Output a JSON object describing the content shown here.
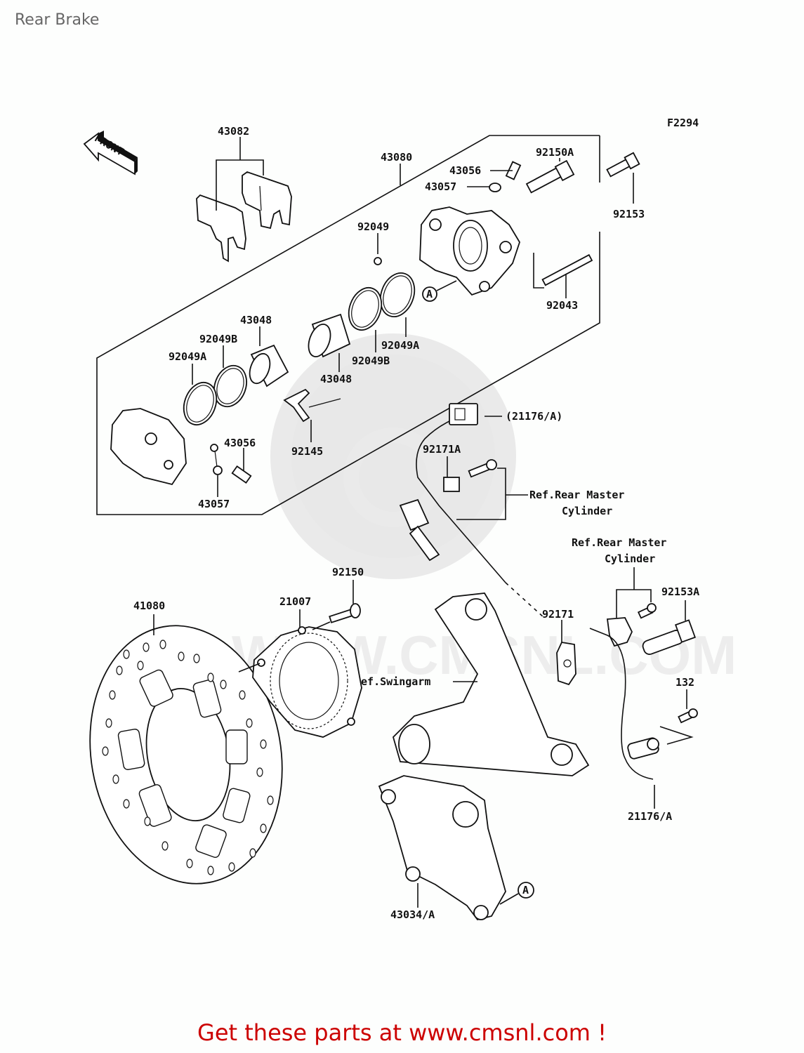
{
  "page": {
    "title": "Rear Brake",
    "figure_code": "F2294",
    "front_indicator": "FRONT",
    "footer": "Get these parts at www.cmsnl.com !",
    "footer_color": "#cc0000",
    "watermark": "WWW.CMSNL.COM"
  },
  "callouts": {
    "c43082": "43082",
    "c43080": "43080",
    "c43056_top": "43056",
    "c43057_top": "43057",
    "c92150A": "92150A",
    "c92153": "92153",
    "c92049": "92049",
    "c92043": "92043",
    "c43048_left": "43048",
    "c92049B_left": "92049B",
    "c92049A_left": "92049A",
    "c43048_right": "43048",
    "c92049B_right": "92049B",
    "c92049A_right": "92049A",
    "c92145": "92145",
    "c43056_bottom": "43056",
    "c43057_bottom": "43057",
    "c21176A_paren": "(21176/A)",
    "c92171A": "92171A",
    "ref_master_1_line1": "Ref.Rear Master",
    "ref_master_1_line2": "Cylinder",
    "ref_master_2_line1": "Ref.Rear Master",
    "ref_master_2_line2": "Cylinder",
    "c92150": "92150",
    "c21007": "21007",
    "c41080": "41080",
    "c92171": "92171",
    "c92153A": "92153A",
    "ref_swingarm": "Ref.Swingarm",
    "c132": "132",
    "c21176A": "21176/A",
    "c43034A": "43034/A",
    "marker_a1": "A",
    "marker_a2": "A"
  }
}
